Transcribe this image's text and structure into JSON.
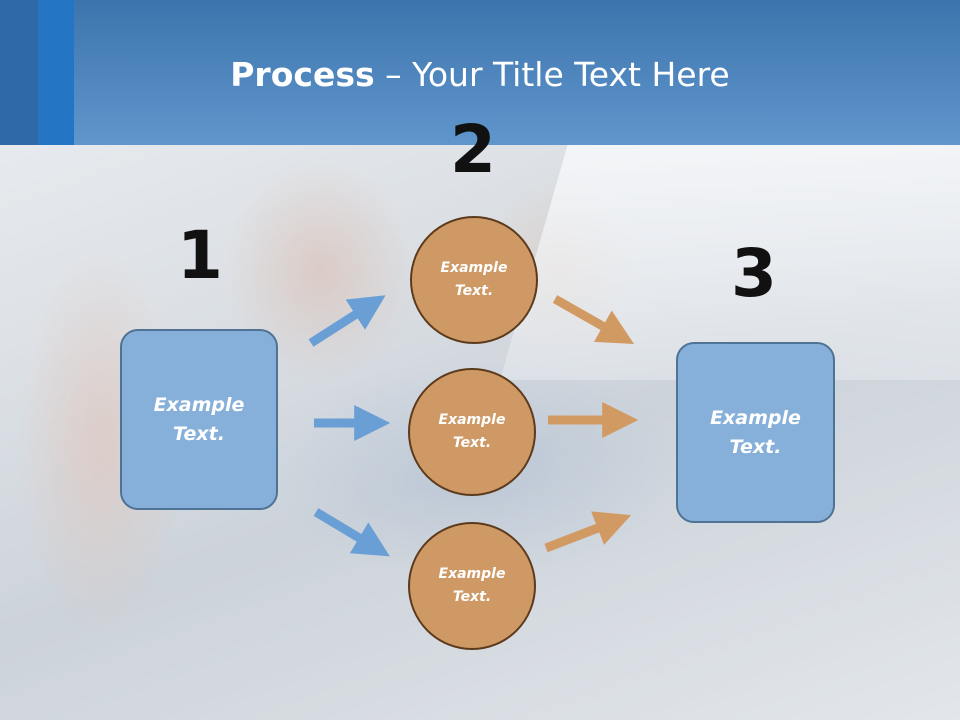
{
  "slide": {
    "title_bold": "Process",
    "title_rest": " – Your Title Text Here"
  },
  "steps": {
    "step1_number": "1",
    "step2_number": "2",
    "step3_number": "3"
  },
  "shapes": {
    "left_box": [
      "Example",
      "Text."
    ],
    "circle_top": [
      "Example",
      "Text."
    ],
    "circle_middle": [
      "Example",
      "Text."
    ],
    "circle_bottom": [
      "Example",
      "Text."
    ],
    "right_box": [
      "Example",
      "Text."
    ]
  },
  "colors": {
    "header": "#5f96cc",
    "box_fill": "#86b0d9",
    "circle_fill": "#cf9966",
    "blue_arrow": "#6a9fd6",
    "orange_arrow": "#d29a63"
  }
}
